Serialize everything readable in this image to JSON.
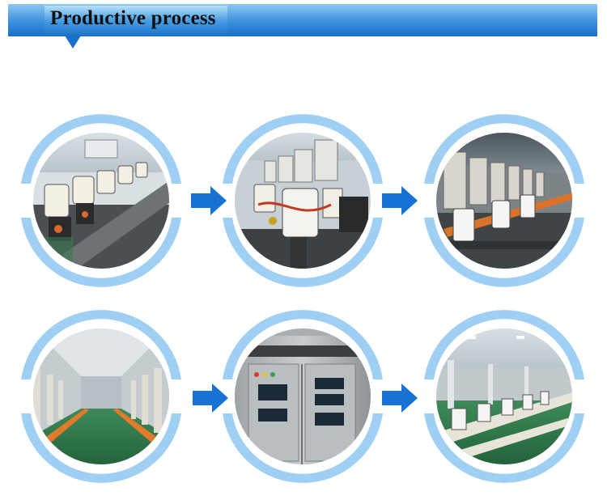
{
  "header": {
    "title": "Productive process",
    "accent_color": "#2a86d8"
  },
  "steps": [
    {
      "photo": "compressor-assembly-line-photo"
    },
    {
      "photo": "wiring-and-testing-station-photo"
    },
    {
      "photo": "dehumidifier-conveyor-line-photo"
    },
    {
      "photo": "packaging-line-hall-photo"
    },
    {
      "photo": "control-cabinet-panel-photo"
    },
    {
      "photo": "final-assembly-conveyor-photo"
    }
  ],
  "ring_color": "#9fd0f4",
  "arrow_color": "#1872d4"
}
